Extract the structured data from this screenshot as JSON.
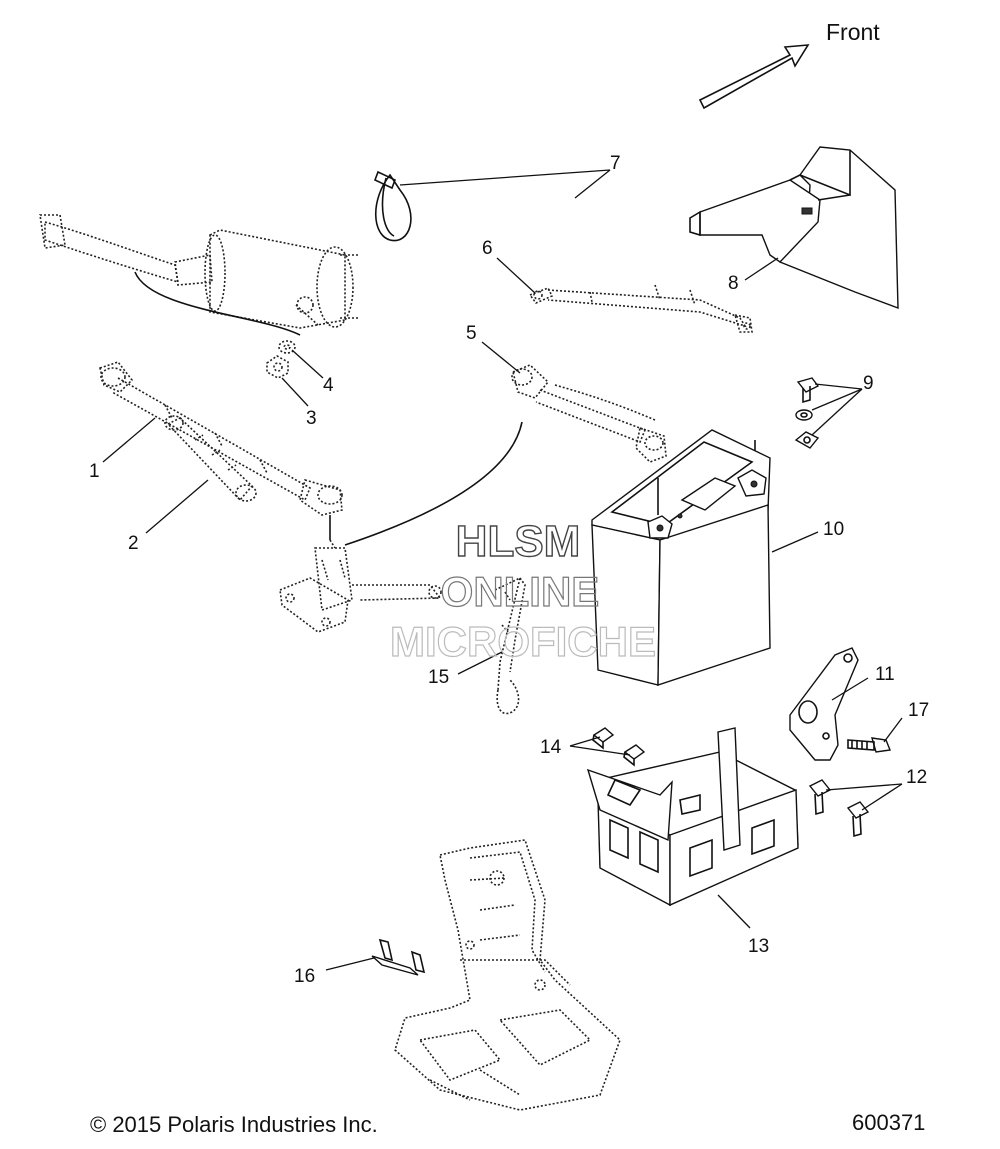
{
  "front_label": "Front",
  "copyright": "© 2015 Polaris Industries Inc.",
  "diagram_number": "600371",
  "watermark": {
    "line1": "HLSM",
    "line2": "ONLINE",
    "line3": "MICROFICHE"
  },
  "callouts": [
    "1",
    "2",
    "3",
    "4",
    "5",
    "6",
    "7",
    "8",
    "9",
    "10",
    "11",
    "12",
    "13",
    "14",
    "15",
    "16",
    "17"
  ]
}
